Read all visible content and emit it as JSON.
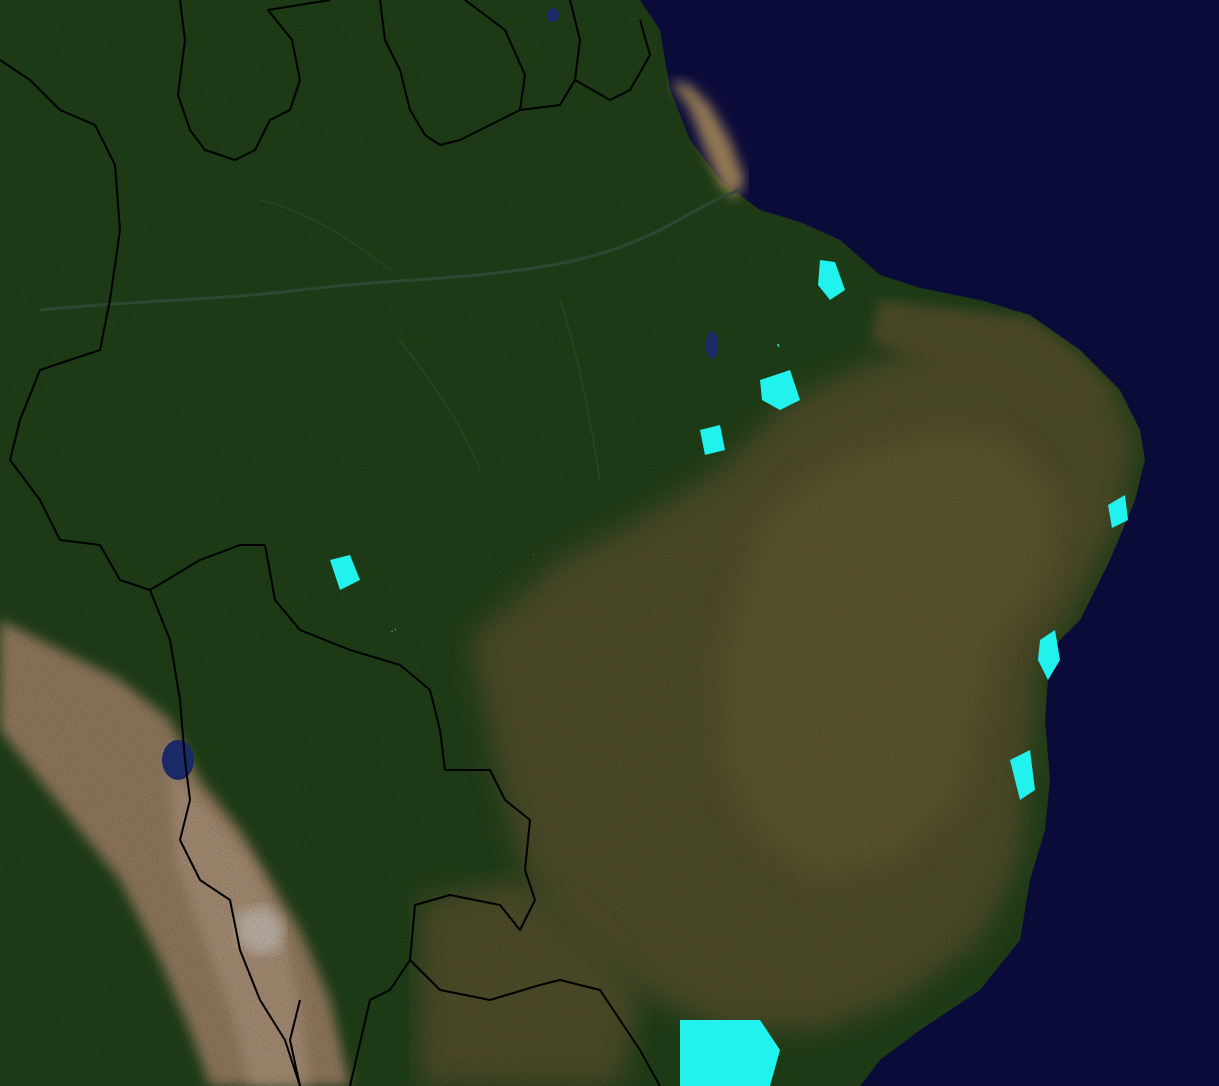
{
  "map": {
    "projection": "satellite-imagery",
    "region": "south-america-brazil",
    "colors": {
      "ocean": "#0b0b3a",
      "ocean_shallow": "#18285a",
      "forest": "#23461a",
      "forest_dark": "#1b3a14",
      "savanna": "#56552e",
      "savanna_light": "#6a6436",
      "andes_dry": "#a08567",
      "andes_light": "#c1a58a",
      "salt_flat": "#d8d0c4",
      "borders": "#000000",
      "highlight": "#22f2ee",
      "lakes": "#1a2a66",
      "coast_sand": "#a88a58"
    },
    "layers": [
      "land-imagery",
      "country-borders",
      "cyan-highlight-areas"
    ]
  }
}
